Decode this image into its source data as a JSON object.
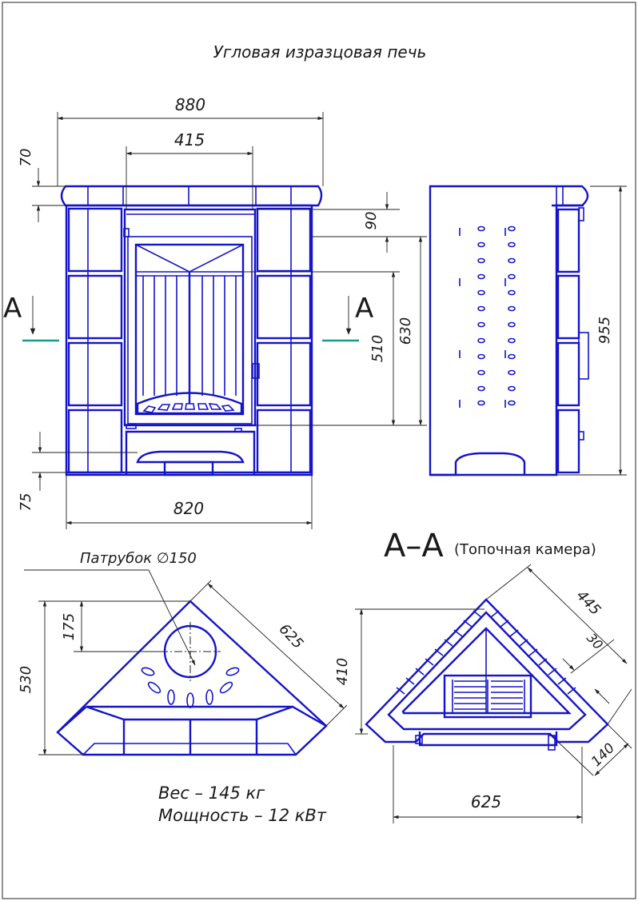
{
  "title": "Угловая изразцовая печь",
  "front": {
    "dim_width_top": "880",
    "dim_firebox": "415",
    "dim_cap": "70",
    "dim_top_offset": "90",
    "dim_630": "630",
    "dim_510": "510",
    "dim_base": "75",
    "dim_width_bottom": "820",
    "section_left": "A",
    "section_right": "A"
  },
  "side": {
    "dim_height": "955"
  },
  "top_view": {
    "pipe_label": "Патрубок ∅150",
    "dim_175": "175",
    "dim_530": "530",
    "dim_625": "625"
  },
  "section": {
    "title": "А–А",
    "subtitle": "(Топочная камера)",
    "dim_445": "445",
    "dim_30": "30",
    "dim_410": "410",
    "dim_140": "140",
    "dim_625": "625"
  },
  "specs": {
    "weight": "Вес – 145 кг",
    "power": "Мощность – 12 кВт"
  },
  "colors": {
    "outline": "#1414c8",
    "section_line": "#1a9a8a",
    "dimension": "#222222"
  }
}
